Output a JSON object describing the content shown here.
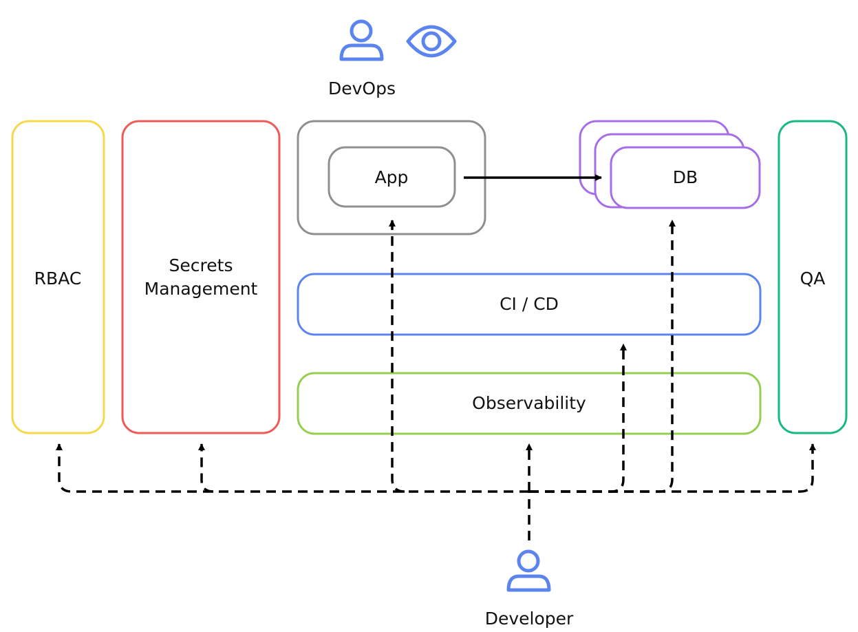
{
  "actors": {
    "devops": "DevOps",
    "developer": "Developer"
  },
  "boxes": {
    "rbac": "RBAC",
    "secrets_line1": "Secrets",
    "secrets_line2": "Management",
    "app": "App",
    "db": "DB",
    "cicd": "CI / CD",
    "observability": "Observability",
    "qa": "QA"
  },
  "colors": {
    "rbac": "#f5d94a",
    "secrets": "#ef5a57",
    "app": "#8f8f8f",
    "db": "#a66ee6",
    "cicd": "#5b84ee",
    "observability": "#95cf4f",
    "qa": "#17b97e",
    "icon": "#5b84ee",
    "arrow": "#000000"
  },
  "icons": [
    "person-icon",
    "eye-icon",
    "person-icon"
  ]
}
